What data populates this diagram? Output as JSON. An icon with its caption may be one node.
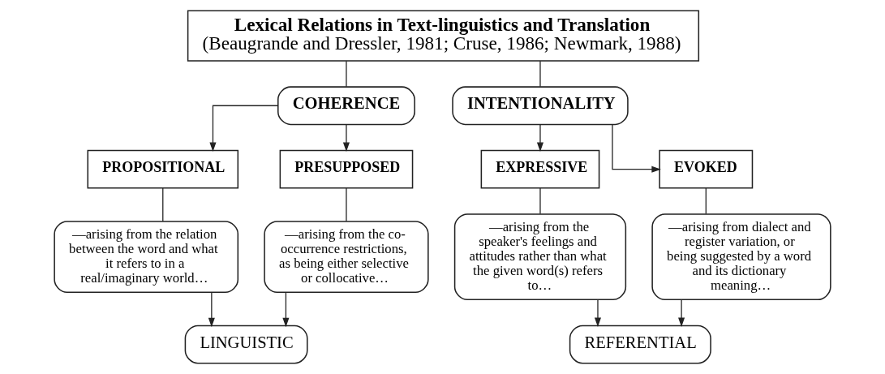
{
  "diagram": {
    "nodes": [
      {
        "text": [
          "Lexical Relations in Text-linguistics and Translation",
          "(Beaugrande and Dressler, 1981; Cruse, 1986; Newmark, 1988)"
        ]
      },
      {
        "text": [
          "COHERENCE"
        ]
      },
      {
        "text": [
          "INTENTIONALITY"
        ]
      },
      {
        "text": [
          "PROPOSITIONAL"
        ]
      },
      {
        "text": [
          "PRESUPPOSED"
        ]
      },
      {
        "text": [
          "EXPRESSIVE"
        ]
      },
      {
        "text": [
          "EVOKED"
        ]
      },
      {
        "text": [
          "—arising from the relation between the word and what it refers to in a real/imaginary world…"
        ]
      },
      {
        "text": [
          "—arising from the co-occurrence restrictions, as being either selective or collocative…"
        ]
      },
      {
        "text": [
          "—arising from the speaker's feelings and attitudes rather than what the given word(s) refers to…"
        ]
      },
      {
        "text": [
          "—arising from dialect and register variation, or being suggested by a word and its dictionary meaning…"
        ]
      },
      {
        "text": [
          "LINGUISTIC"
        ]
      },
      {
        "text": [
          "REFERENTIAL"
        ]
      }
    ],
    "edges": [
      {
        "from": 0,
        "to": 1,
        "arrow": "none"
      },
      {
        "from": 0,
        "to": 2,
        "arrow": "none"
      },
      {
        "from": 1,
        "to": 3,
        "arrow": "to"
      },
      {
        "from": 1,
        "to": 4,
        "arrow": "to"
      },
      {
        "from": 2,
        "to": 5,
        "arrow": "to"
      },
      {
        "from": 2,
        "to": 6,
        "arrow": "to"
      },
      {
        "from": 3,
        "to": 7,
        "arrow": "none"
      },
      {
        "from": 4,
        "to": 8,
        "arrow": "none"
      },
      {
        "from": 5,
        "to": 9,
        "arrow": "none"
      },
      {
        "from": 6,
        "to": 10,
        "arrow": "none"
      },
      {
        "from": 7,
        "to": 11,
        "arrow": "to"
      },
      {
        "from": 8,
        "to": 11,
        "arrow": "to"
      },
      {
        "from": 9,
        "to": 12,
        "arrow": "to"
      },
      {
        "from": 10,
        "to": 12,
        "arrow": "to"
      }
    ]
  }
}
